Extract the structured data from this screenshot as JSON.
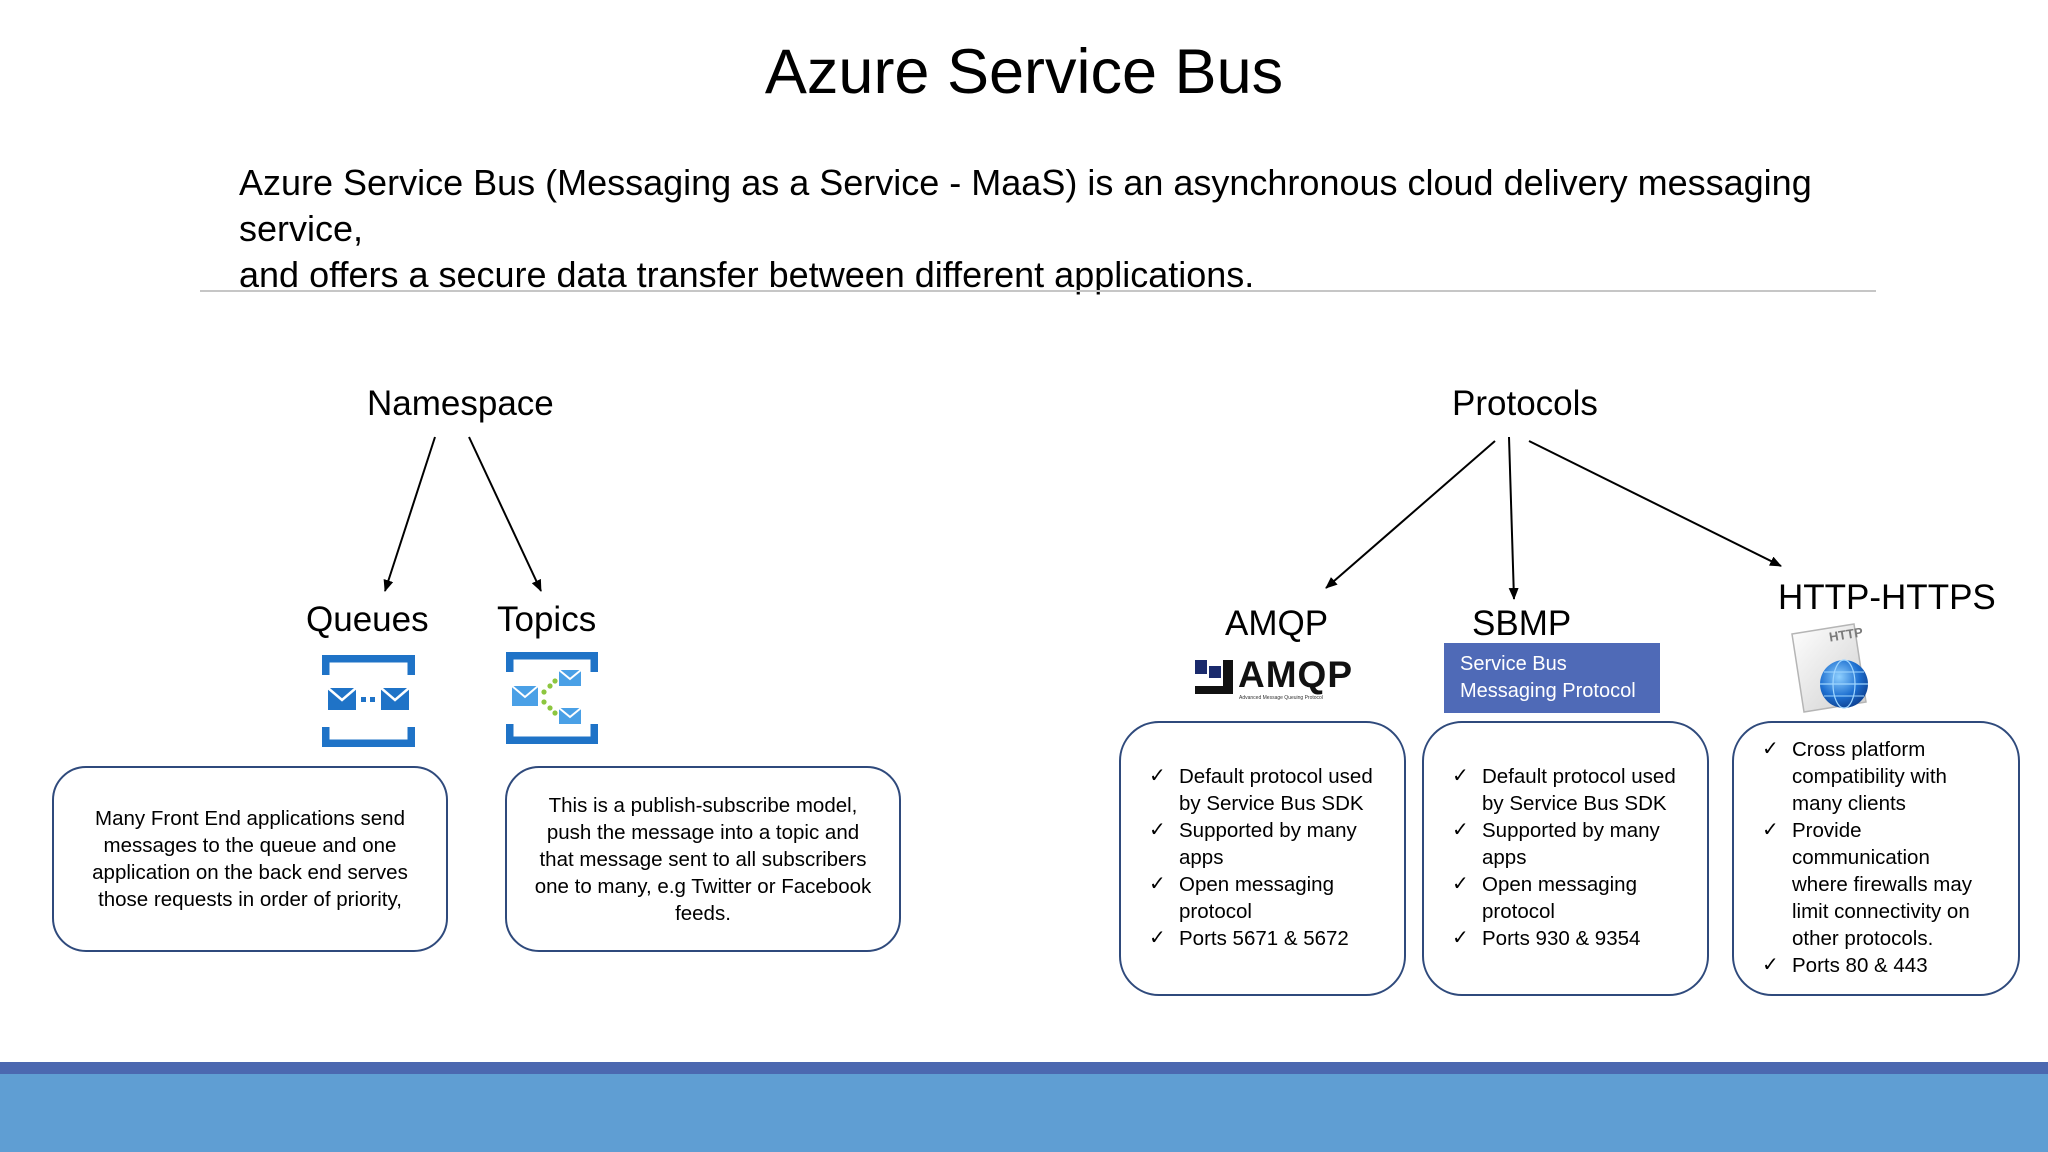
{
  "title": "Azure Service Bus",
  "intro": {
    "line1": "Azure Service Bus (Messaging as a Service - MaaS) is an asynchronous cloud delivery messaging service,",
    "line2": "and offers a secure data transfer between different applications."
  },
  "namespace": {
    "label": "Namespace",
    "queues": {
      "label": "Queues",
      "icon": "queue-icon",
      "description": [
        "Many Front End applications send",
        "messages to the queue and one",
        "application on the back end serves",
        "those requests in order of priority,"
      ]
    },
    "topics": {
      "label": "Topics",
      "icon": "topic-icon",
      "description": [
        "This is a publish-subscribe model,",
        "push the message into a topic and",
        "that message sent to all subscribers",
        "one to many, e.g Twitter or Facebook",
        "feeds."
      ]
    }
  },
  "protocols": {
    "label": "Protocols",
    "amqp": {
      "label": "AMQP",
      "logo_text": "AMQP",
      "logo_subtext": "Advanced Message Queuing Protocol",
      "items": [
        [
          "Default protocol used",
          "by Service Bus SDK"
        ],
        [
          "Supported by many",
          "apps"
        ],
        [
          "Open messaging",
          "protocol"
        ],
        [
          "Ports 5671 & 5672"
        ]
      ]
    },
    "sbmp": {
      "label": "SBMP",
      "logo_line1": "Service Bus",
      "logo_line2": "Messaging Protocol",
      "items": [
        [
          "Default protocol used",
          "by Service Bus SDK"
        ],
        [
          "Supported by many",
          "apps"
        ],
        [
          "Open messaging",
          "protocol"
        ],
        [
          "Ports 930 & 9354"
        ]
      ]
    },
    "http": {
      "label": "HTTP-HTTPS",
      "logo_text": "HTTP",
      "items": [
        [
          "Cross platform",
          "compatibility with",
          "many clients"
        ],
        [
          "Provide",
          "communication",
          "where firewalls may",
          "limit connectivity on",
          "other protocols."
        ],
        [
          "Ports 80 & 443"
        ]
      ]
    }
  },
  "colors": {
    "card_border": "#2f4a7c",
    "icon_blue": "#1f73c7",
    "sbmp_logo": "#4f6ab7",
    "footer_dark": "#4b68b0",
    "footer_light": "#5f9ed3"
  }
}
